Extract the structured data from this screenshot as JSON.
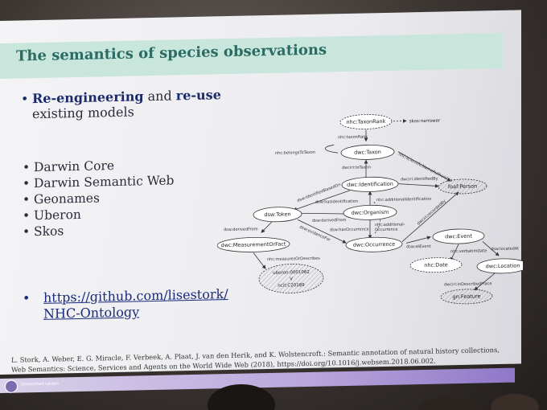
{
  "slide": {
    "title": "The semantics of species observations",
    "bullet_bold1": "Re-engineering",
    "bullet_and": "and",
    "bullet_bold2": "re-use",
    "bullet_rest": "existing models",
    "sub_items": [
      "Darwin Core",
      "Darwin Semantic Web",
      "Geonames",
      "Uberon",
      "Skos"
    ],
    "link_line1": "https://github.com/lisestork/",
    "link_line2": "NHC-Ontology",
    "citation": "L. Stork, A. Weber, E. G. Miracle, F. Verbeek, A. Plaat, J. van den Herik, and K. Wolstencroft.: Semantic annotation of natural history collections, Web Semantics: Science, Services and Agents on the World Wide Web (2018), https://doi.org/10.1016/j.websem.2018.06.002.",
    "footer_label": "Universiteit Leiden"
  },
  "graph": {
    "nodes": {
      "taxonrank": "nhc:TaxonRank",
      "skosnarrower": "skos:narrower",
      "taxon": "dwc:Taxon",
      "identification": "dwc:Identification",
      "foafperson": "foaf:Person",
      "token": "dsw:Token",
      "organism": "dwc:Organism",
      "measurement": "dwc:MeasurementOrFact",
      "occurrence": "dwc:Occurrence",
      "event": "dwc:Event",
      "uberon_line1": "uberon:0001062",
      "uberon_line2": "V",
      "uberon_line3": "ncit:C20189",
      "nhcdate": "nhc:Date",
      "location": "dwc:Location",
      "gnfeature": "gn:Feature"
    },
    "edges": {
      "hasrank": "nhc:taxonRank",
      "belongstotaxon": "nhc:belongsToTaxon",
      "scientificname": "nhc:scientificNameAuthorship",
      "totaxon": "dwciri:toTaxon",
      "identifiedby": "dwciri:identifiedBy",
      "identifiedbased": "dsw:identifiedBasedOn",
      "hasidentification": "dsw:hasIdentification",
      "additionalid": "nhc:additionalIdentification",
      "derivedfrom": "dsw:derivedFrom",
      "derivedfrom2": "dsw:derivedFrom",
      "hasoccurrence": "dsw:hasOccurrence",
      "additionaloccurrence_line1": "nhc:additional-",
      "additionaloccurrence_line2": "Occurrence",
      "evidencefor": "dsw:evidenceFor",
      "measuresordescribes": "nhc:measuresOrDescribes",
      "recordedby": "dwciri:recordedBy",
      "atevent": "dsw:atEvent",
      "verbatimdate": "nhc:verbatimDate",
      "locatedat": "dsw:locatedAt",
      "inDescribedPlace": "dwciri:inDescribedPlace"
    }
  },
  "colors": {
    "title_band": "#c9e6dc",
    "title_text": "#2c6b63",
    "bullet_blue": "#1a2a6a",
    "footer": "#9a86d0"
  }
}
